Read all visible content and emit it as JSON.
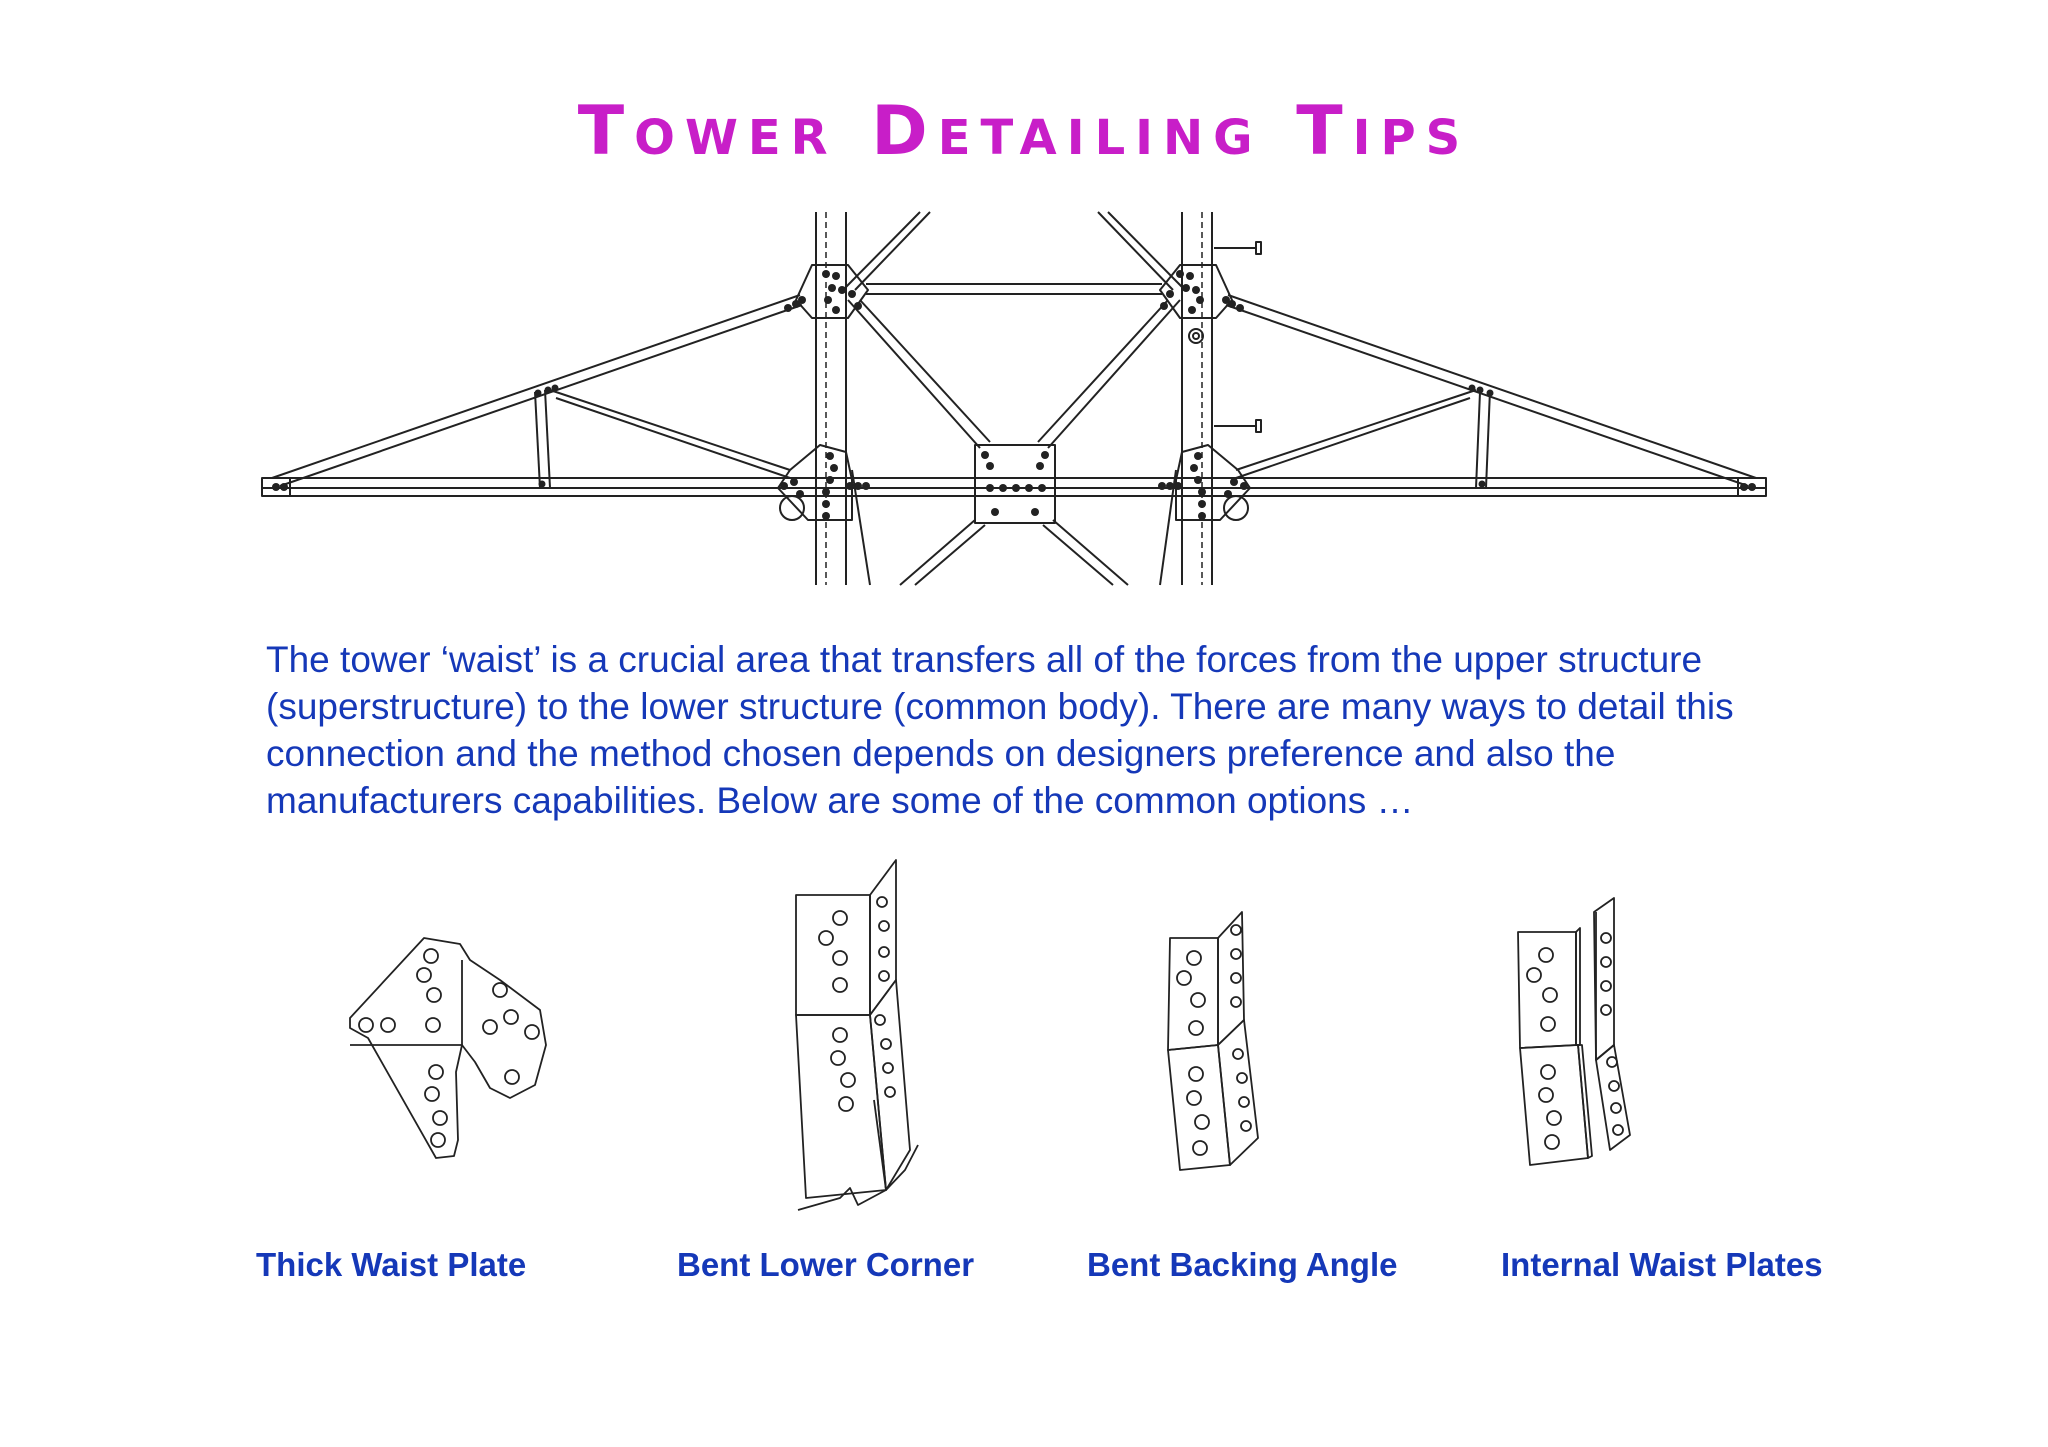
{
  "title": "Tower Detailing Tips",
  "description": "The tower ‘waist’ is a crucial area that transfers all of the forces from the upper structure (superstructure) to the lower structure (common body). There are many ways to detail this connection and the method chosen depends on designers preference and also the manufacturers capabilities. Below are some of the common options …",
  "options": [
    {
      "label": "Thick Waist Plate"
    },
    {
      "label": "Bent Lower Corner"
    },
    {
      "label": "Bent Backing Angle"
    },
    {
      "label": "Internal Waist Plates"
    }
  ],
  "colors": {
    "title": "#c81ec8",
    "text": "#1538b8",
    "line": "#222222"
  }
}
